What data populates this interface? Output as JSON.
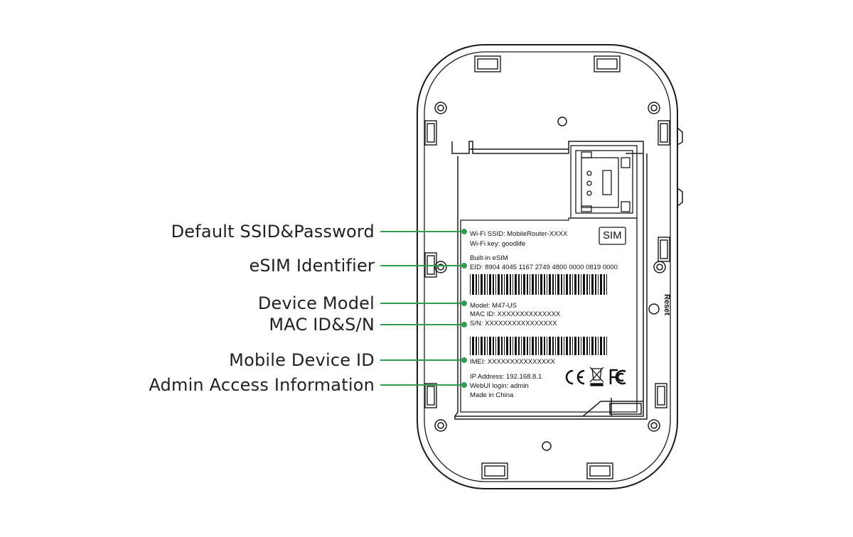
{
  "callouts": [
    {
      "label": "Default SSID&Password"
    },
    {
      "label": "eSIM Identifier"
    },
    {
      "label": "Device Model"
    },
    {
      "label": "MAC ID&S/N"
    },
    {
      "label": "Mobile Device ID"
    },
    {
      "label": "Admin Access Information"
    }
  ],
  "device_label": {
    "wifi_ssid": "Wi-Fi SSID: MobileRouter-XXXX",
    "wifi_key": "Wi-Fi key: goodlife",
    "esim_title": "Built-in eSIM",
    "eid": "EID: 8904 4045 1167 2749 4800 0000 0819 0000",
    "model": "Model: M47-US",
    "mac_id": "MAC ID: XXXXXXXXXXXXXX",
    "sn": "S/N: XXXXXXXXXXXXXXXX",
    "imei": "IMEI: XXXXXXXXXXXXXXX",
    "ip_address": "IP Address: 192.168.8.1",
    "webui_login": "WebUI login: admin",
    "made_in": "Made in China"
  },
  "sim_badge": "SIM",
  "reset_label": "Reset",
  "colors": {
    "callout_line": "#2e9e4e",
    "outline": "#1a1a1a"
  },
  "icons": [
    "ce-mark-icon",
    "weee-bin-icon",
    "fcc-mark-icon"
  ]
}
